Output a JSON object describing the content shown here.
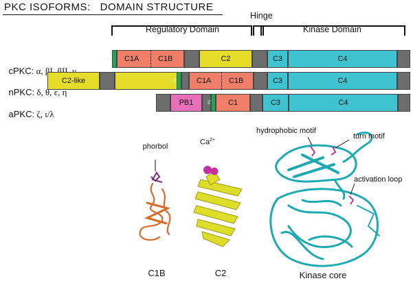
{
  "title": "PKC ISOFORMS:   DOMAIN STRUCTURE",
  "brackets": {
    "regulatory": "Regulatory  Domain",
    "hinge": "Hinge",
    "kinase": "Kinase  Domain"
  },
  "rows": [
    {
      "name": "cPKC:",
      "isoforms": "α, βI, βII, γ"
    },
    {
      "name": "nPKC:",
      "isoforms": "δ, θ, ε, η"
    },
    {
      "name": "aPKC:",
      "isoforms": "ζ, ι/λ"
    }
  ],
  "domains": {
    "c1a": "C1A",
    "c1b": "C1B",
    "c1": "C1",
    "c2": "C2",
    "c2like": "C2-like",
    "c3": "C3",
    "c4": "C4",
    "pb1": "PB1",
    "ps": "PS"
  },
  "colors": {
    "grey": "#6d6d6d",
    "c1": "#ef7f68",
    "c2": "#e6dc2a",
    "kinase": "#3fc3d0",
    "pb1": "#ea6fbb",
    "ps": "#2e9e5b",
    "protein_c1b": "#d86a2a",
    "protein_c2": "#dede2a",
    "protein_kinase": "#1ca9b2",
    "ligand": "#b23aa3"
  },
  "structures": {
    "c1b": {
      "ligand_label": "phorbol",
      "caption": "C1B"
    },
    "c2": {
      "ligand_label": "Ca",
      "ligand_sup": "2+",
      "caption": "C2"
    },
    "kinase": {
      "hydrophobic": "hydrophobic motif",
      "turn": "turn  motif",
      "activation": "activation loop",
      "caption": "Kinase core"
    }
  }
}
